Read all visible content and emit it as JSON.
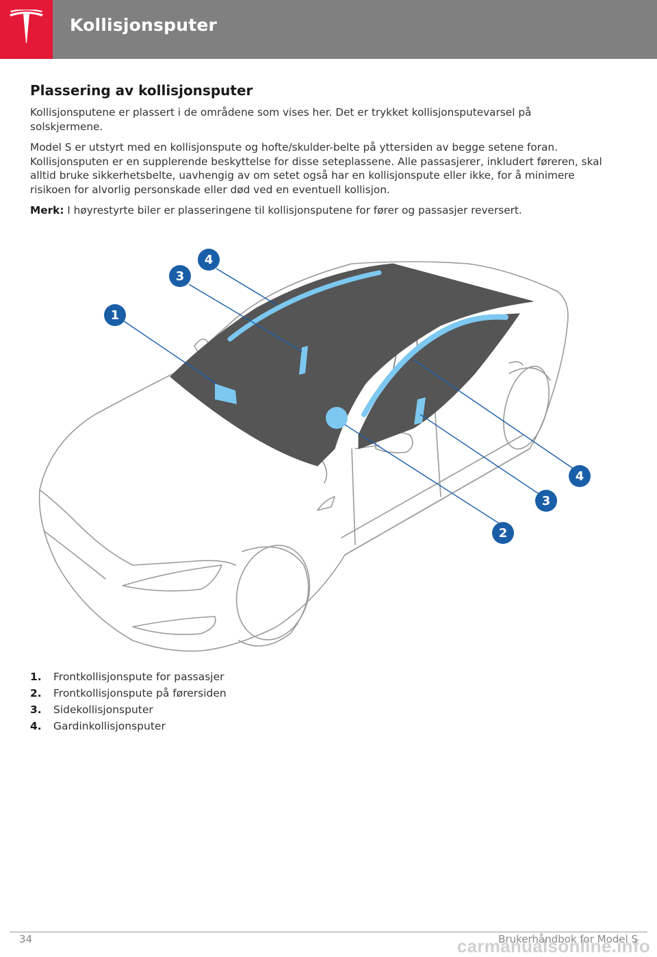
{
  "header": {
    "title": "Kollisjonsputer",
    "logo_icon": "tesla-logo-icon",
    "brand_color": "#e31937",
    "bar_color": "#808080"
  },
  "section": {
    "title": "Plassering av kollisjonsputer",
    "paragraph1": "Kollisjonsputene er plassert i de områdene som vises her. Det er trykket kollisjonsputevarsel på solskjermene.",
    "paragraph2": "Model S er utstyrt med en kollisjonspute og hofte/skulder-belte på yttersiden av begge setene foran. Kollisjonsputen er en supplerende beskyttelse for disse seteplassene. Alle passasjerer, inkludert føreren, skal alltid bruke sikkerhetsbelte, uavhengig av om setet også har en kollisjonspute eller ikke, for å minimere risikoen for alvorlig personskade eller død ved en eventuell kollisjon.",
    "note_label": "Merk:",
    "note_text": " I høyrestyrte biler er plasseringene til kollisjonsputene for fører og passasjer reversert."
  },
  "figure": {
    "callout_color": "#1a5ea8",
    "airbag_color": "#7cc8f0",
    "callouts": {
      "c1": "1",
      "c2": "2",
      "c3a": "3",
      "c3b": "3",
      "c4a": "4",
      "c4b": "4"
    }
  },
  "legend": [
    {
      "num": "1.",
      "text": "Frontkollisjonspute for passasjer"
    },
    {
      "num": "2.",
      "text": "Frontkollisjonspute på førersiden"
    },
    {
      "num": "3.",
      "text": "Sidekollisjonsputer"
    },
    {
      "num": "4.",
      "text": "Gardinkollisjonsputer"
    }
  ],
  "footer": {
    "page_number": "34",
    "manual_title": "Brukerhåndbok for Model S",
    "watermark": "carmanualsonline.info"
  }
}
